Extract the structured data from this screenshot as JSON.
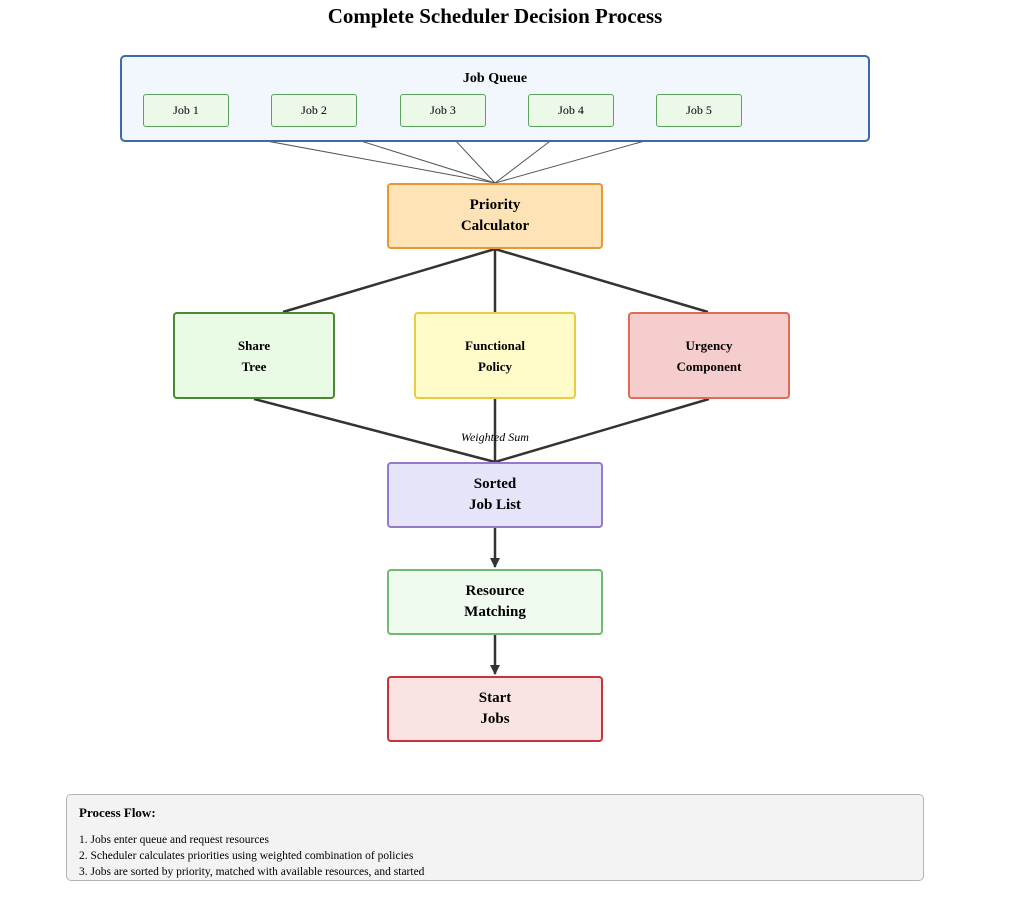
{
  "title": "Complete Scheduler Decision Process",
  "job_queue": {
    "title": "Job Queue",
    "jobs": [
      "Job 1",
      "Job 2",
      "Job 3",
      "Job 4",
      "Job 5"
    ]
  },
  "nodes": {
    "priority": [
      "Priority",
      "Calculator"
    ],
    "share": [
      "Share",
      "Tree"
    ],
    "functional": [
      "Functional",
      "Policy"
    ],
    "urgency": [
      "Urgency",
      "Component"
    ],
    "sorted": [
      "Sorted",
      "Job List"
    ],
    "resource": [
      "Resource",
      "Matching"
    ],
    "start": [
      "Start",
      "Jobs"
    ]
  },
  "edge_label": "Weighted Sum",
  "process_flow": {
    "title": "Process Flow:",
    "steps": [
      "1. Jobs enter queue and request resources",
      "2. Scheduler calculates priorities using weighted combination of policies",
      "3. Jobs are sorted by priority, matched with available resources, and started"
    ]
  },
  "colors": {
    "queue_border": "#3a6aa8",
    "priority": "#fde3b6",
    "share": "#eafbe5",
    "functional": "#fffcc9",
    "urgency": "#f6cdcd",
    "sorted": "#e6e4f8",
    "resource": "#f0fbef",
    "start": "#fae3e3"
  }
}
